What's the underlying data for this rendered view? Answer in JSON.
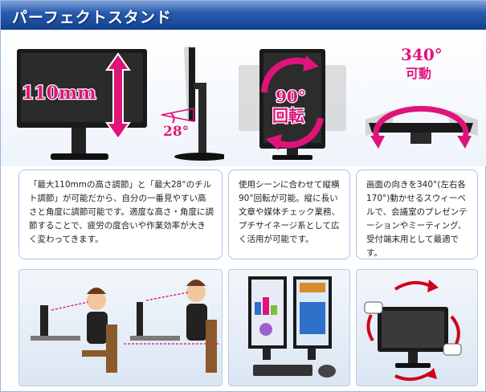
{
  "header": {
    "title": "パーフェクトスタンド"
  },
  "panels": {
    "height_label": "110mm",
    "tilt_label": "28°",
    "pivot_label_deg": "90°",
    "pivot_label_word": "回転",
    "swivel_label_deg": "340°",
    "swivel_label_word": "可動"
  },
  "descriptions": [
    "「最大110mmの高さ調節」と「最大28°のチルト調節」が可能だから、自分の一番見やすい高さと角度に調節可能です。適度な高さ・角度に調節することで、疲労の度合いや作業効率が大きく変わってきます。",
    "使用シーンに合わせて縦横90°回転が可能。縦に長い文章や媒体チェック業務、プチサイネージ系として広く活用が可能です。",
    "画面の向きを340°(左右各170°)動かせるスウィーベルで、会議室のプレゼンテーションやミーティング、受付端末用として最適です。"
  ],
  "colors": {
    "header_top": "#3b6fc4",
    "header_bottom": "#12418f",
    "accent_magenta": "#e0137a",
    "label_red": "#d0021b",
    "box_border": "#a9c3e6"
  }
}
